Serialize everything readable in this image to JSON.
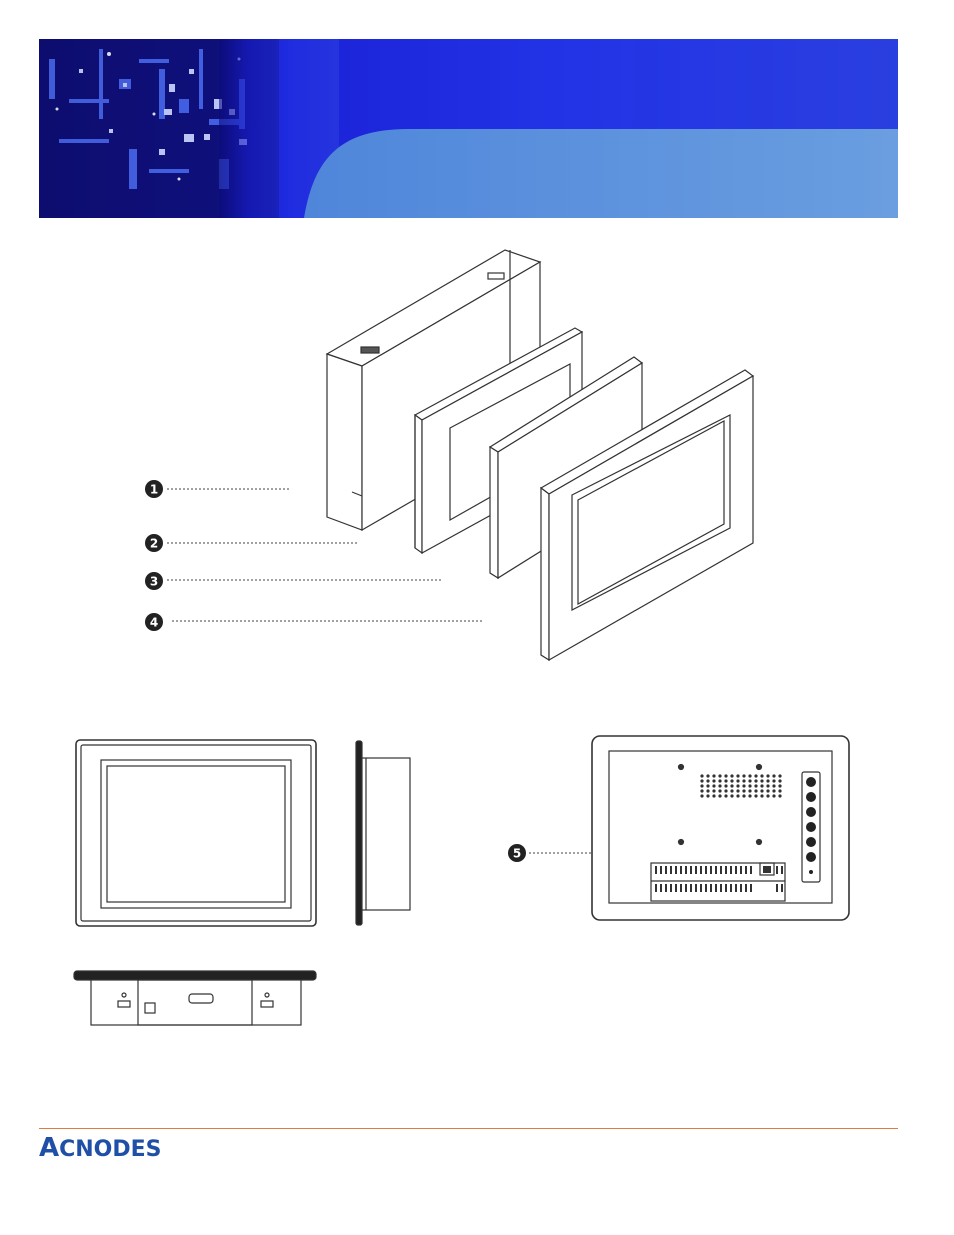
{
  "header": {
    "colors": {
      "dark_blue": "#1a1fd4",
      "light_blue": "#5b93dd",
      "mid_blue": "#2a3fe0"
    }
  },
  "callouts": [
    {
      "number": "1"
    },
    {
      "number": "2"
    },
    {
      "number": "3"
    },
    {
      "number": "4"
    },
    {
      "number": "5"
    }
  ],
  "footer": {
    "logo_text_first": "A",
    "logo_text_rest": "CNODES",
    "rule_color": "#e07a45",
    "logo_color": "#1f4fa6"
  }
}
